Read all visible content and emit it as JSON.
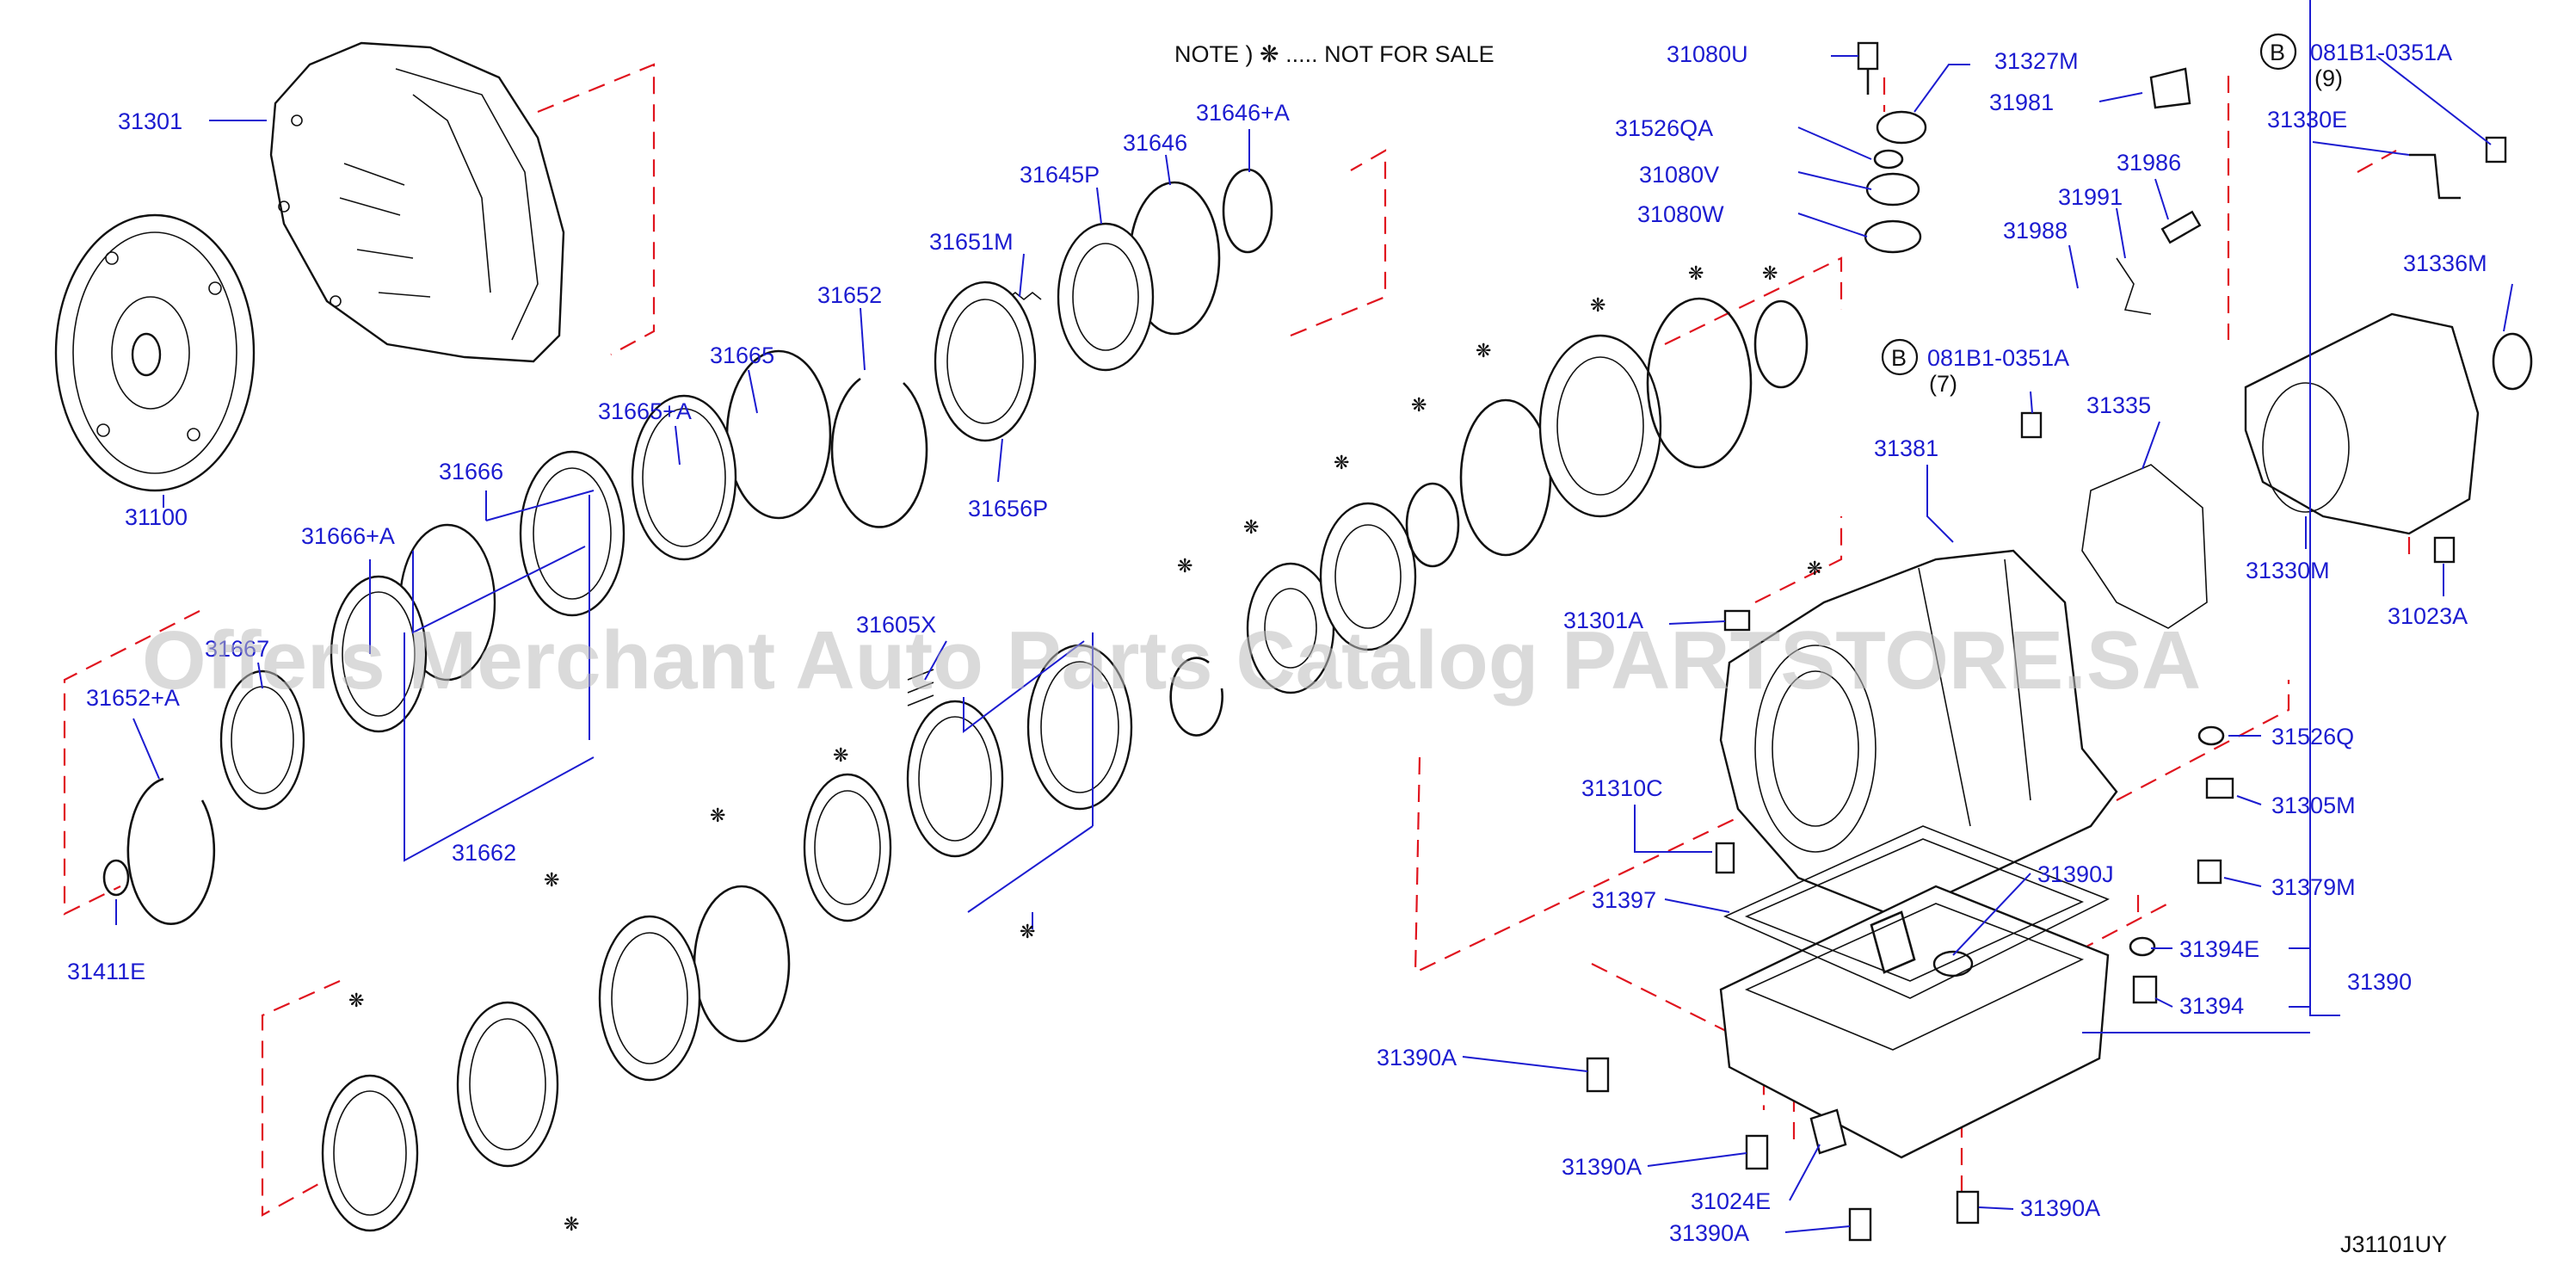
{
  "note": {
    "text": "NOTE  )  ❋ ..... NOT  FOR  SALE"
  },
  "diagram_code": "J31101UY",
  "watermark": "Offers Merchant Auto Parts Catalog PARTSTORE.SA",
  "colors": {
    "label": "#1c1cd0",
    "dashed_line": "#e0141e",
    "part": "#111111",
    "watermark": "#bdbdbd"
  },
  "labels": [
    {
      "id": "31301",
      "text": "31301"
    },
    {
      "id": "31100",
      "text": "31100"
    },
    {
      "id": "31646A",
      "text": "31646+A"
    },
    {
      "id": "31646",
      "text": "31646"
    },
    {
      "id": "31645P",
      "text": "31645P"
    },
    {
      "id": "31651M",
      "text": "31651M"
    },
    {
      "id": "31652",
      "text": "31652"
    },
    {
      "id": "31656P",
      "text": "31656P"
    },
    {
      "id": "31665",
      "text": "31665"
    },
    {
      "id": "31665A",
      "text": "31665+A"
    },
    {
      "id": "31666",
      "text": "31666"
    },
    {
      "id": "31666A",
      "text": "31666+A"
    },
    {
      "id": "31667",
      "text": "31667"
    },
    {
      "id": "31652A",
      "text": "31652+A"
    },
    {
      "id": "31662",
      "text": "31662"
    },
    {
      "id": "31411E",
      "text": "31411E"
    },
    {
      "id": "31605X",
      "text": "31605X"
    },
    {
      "id": "31080U",
      "text": "31080U"
    },
    {
      "id": "31327M",
      "text": "31327M"
    },
    {
      "id": "31526QA",
      "text": "31526QA"
    },
    {
      "id": "31080V",
      "text": "31080V"
    },
    {
      "id": "31080W",
      "text": "31080W"
    },
    {
      "id": "31981",
      "text": "31981"
    },
    {
      "id": "081B1A",
      "text": "081B1-0351A"
    },
    {
      "id": "q9",
      "text": "(9)"
    },
    {
      "id": "31330E",
      "text": "31330E"
    },
    {
      "id": "31986",
      "text": "31986"
    },
    {
      "id": "31991",
      "text": "31991"
    },
    {
      "id": "31988",
      "text": "31988"
    },
    {
      "id": "31336M",
      "text": "31336M"
    },
    {
      "id": "081B1B",
      "text": "081B1-0351A"
    },
    {
      "id": "q7",
      "text": "(7)"
    },
    {
      "id": "31335",
      "text": "31335"
    },
    {
      "id": "31381",
      "text": "31381"
    },
    {
      "id": "31330M",
      "text": "31330M"
    },
    {
      "id": "31023A",
      "text": "31023A"
    },
    {
      "id": "31301A",
      "text": "31301A"
    },
    {
      "id": "31526Q",
      "text": "31526Q"
    },
    {
      "id": "31305M",
      "text": "31305M"
    },
    {
      "id": "31310C",
      "text": "31310C"
    },
    {
      "id": "31379M",
      "text": "31379M"
    },
    {
      "id": "31390J",
      "text": "31390J"
    },
    {
      "id": "31397",
      "text": "31397"
    },
    {
      "id": "31394E",
      "text": "31394E"
    },
    {
      "id": "31390",
      "text": "31390"
    },
    {
      "id": "31394",
      "text": "31394"
    },
    {
      "id": "31390A_1",
      "text": "31390A"
    },
    {
      "id": "31390A_2",
      "text": "31390A"
    },
    {
      "id": "31024E",
      "text": "31024E"
    },
    {
      "id": "31390A_3",
      "text": "31390A"
    },
    {
      "id": "31390A_4",
      "text": "31390A"
    }
  ],
  "callouts": [
    {
      "id": "B1",
      "text": "B"
    },
    {
      "id": "B2",
      "text": "B"
    }
  ]
}
